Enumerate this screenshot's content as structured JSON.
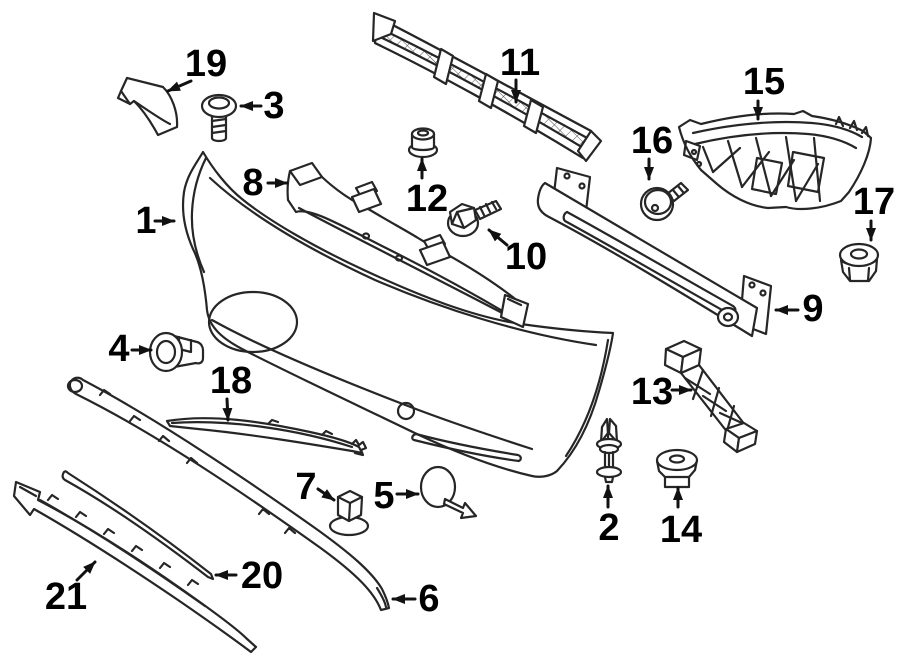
{
  "diagram": {
    "background_color": "#ffffff",
    "line_color": "#262626",
    "label_color": "#000000",
    "callouts": [
      {
        "number": "1"
      },
      {
        "number": "2"
      },
      {
        "number": "3"
      },
      {
        "number": "4"
      },
      {
        "number": "5"
      },
      {
        "number": "6"
      },
      {
        "number": "7"
      },
      {
        "number": "8"
      },
      {
        "number": "9"
      },
      {
        "number": "10"
      },
      {
        "number": "11"
      },
      {
        "number": "12"
      },
      {
        "number": "13"
      },
      {
        "number": "14"
      },
      {
        "number": "15"
      },
      {
        "number": "16"
      },
      {
        "number": "17"
      },
      {
        "number": "18"
      },
      {
        "number": "19"
      },
      {
        "number": "20"
      },
      {
        "number": "21"
      }
    ]
  }
}
